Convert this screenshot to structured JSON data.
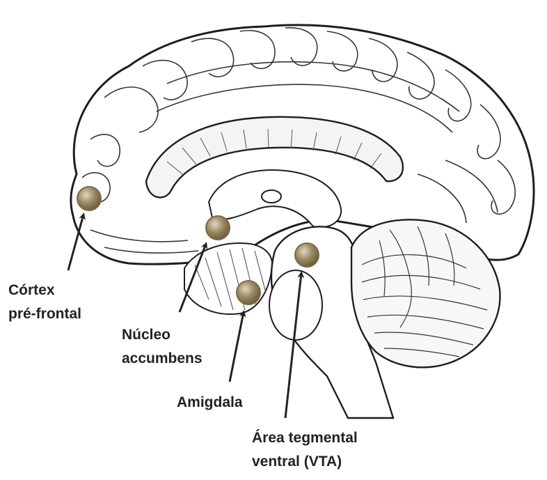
{
  "labels": {
    "prefrontal_cortex": [
      "Córtex",
      "pré-frontal"
    ],
    "nucleus_accumbens": [
      "Núcleo",
      "accumbens"
    ],
    "amygdala": [
      "Amigdala"
    ],
    "vta": [
      "Área tegmental",
      "ventral (VTA)"
    ]
  },
  "colors": {
    "marker": "#8c7a55",
    "marker_highlight": "#d8cdb2",
    "ink": "#222222"
  }
}
